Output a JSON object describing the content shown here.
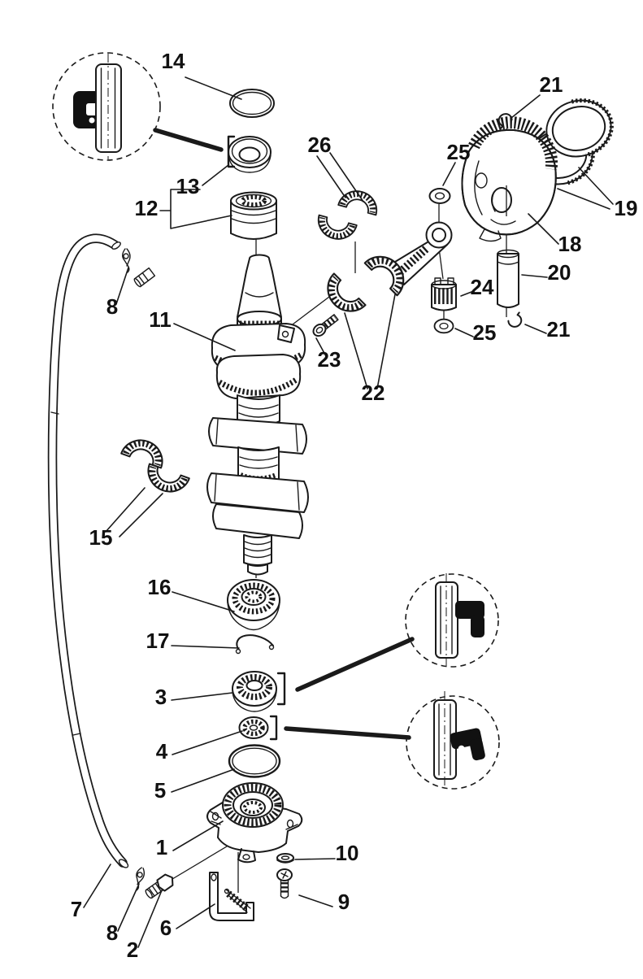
{
  "diagram": {
    "background_color": "#ffffff",
    "line_color": "#1a1a1a",
    "callout_color": "#111111",
    "callouts": [
      {
        "id": "14",
        "label": "14"
      },
      {
        "id": "13",
        "label": "13"
      },
      {
        "id": "12",
        "label": "12"
      },
      {
        "id": "26",
        "label": "26"
      },
      {
        "id": "25-top",
        "label": "25"
      },
      {
        "id": "21-top",
        "label": "21"
      },
      {
        "id": "19",
        "label": "19"
      },
      {
        "id": "18",
        "label": "18"
      },
      {
        "id": "20",
        "label": "20"
      },
      {
        "id": "24",
        "label": "24"
      },
      {
        "id": "25-bottom",
        "label": "25"
      },
      {
        "id": "21-bottom",
        "label": "21"
      },
      {
        "id": "23",
        "label": "23"
      },
      {
        "id": "22",
        "label": "22"
      },
      {
        "id": "8-top",
        "label": "8"
      },
      {
        "id": "11",
        "label": "11"
      },
      {
        "id": "15",
        "label": "15"
      },
      {
        "id": "16",
        "label": "16"
      },
      {
        "id": "17",
        "label": "17"
      },
      {
        "id": "3",
        "label": "3"
      },
      {
        "id": "4",
        "label": "4"
      },
      {
        "id": "5",
        "label": "5"
      },
      {
        "id": "1",
        "label": "1"
      },
      {
        "id": "10",
        "label": "10"
      },
      {
        "id": "9",
        "label": "9"
      },
      {
        "id": "6",
        "label": "6"
      },
      {
        "id": "2",
        "label": "2"
      },
      {
        "id": "8-bottom",
        "label": "8"
      },
      {
        "id": "7",
        "label": "7"
      }
    ]
  }
}
